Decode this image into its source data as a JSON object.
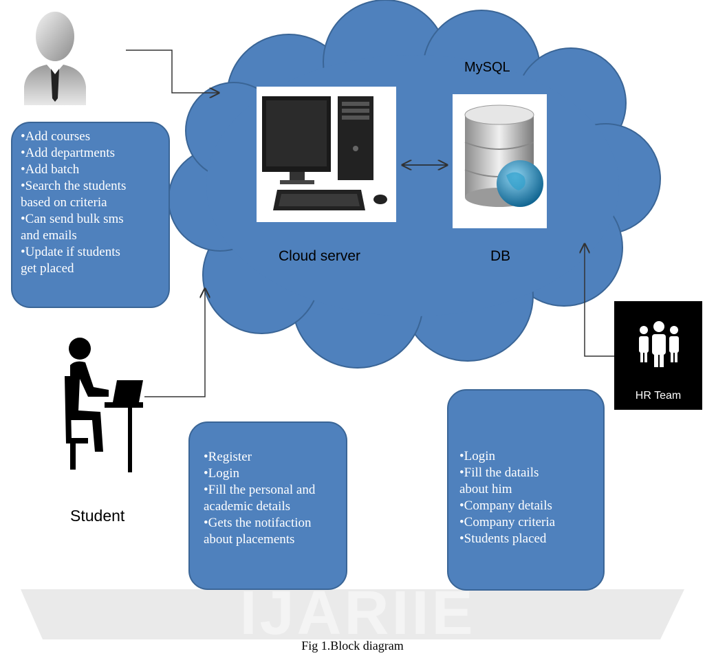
{
  "cloud": {
    "db_engine": "MySQL",
    "server_label": "Cloud server",
    "db_label": "DB"
  },
  "admin_box": {
    "items": [
      "•Add courses",
      "•Add departments",
      "•Add batch",
      "•Search the students",
      "based on criteria",
      "•Can send bulk sms",
      "and emails",
      "•Update if students",
      "get placed"
    ]
  },
  "student": {
    "label": "Student"
  },
  "student_box": {
    "items": [
      "•Register",
      "•Login",
      "•Fill the personal and",
      "academic details",
      "•Gets the notifaction",
      "about placements"
    ]
  },
  "hr": {
    "label": "HR Team"
  },
  "hr_box": {
    "items": [
      "•Login",
      "•Fill  the datails",
      "about him",
      "•Company details",
      "•Company criteria",
      "•Students placed"
    ]
  },
  "watermark": "IJARIIE",
  "caption": "Fig 1.Block diagram",
  "colors": {
    "box_fill": "#4f81bd",
    "cloud_fill": "#4f81bd",
    "hr_badge": "#000000"
  }
}
